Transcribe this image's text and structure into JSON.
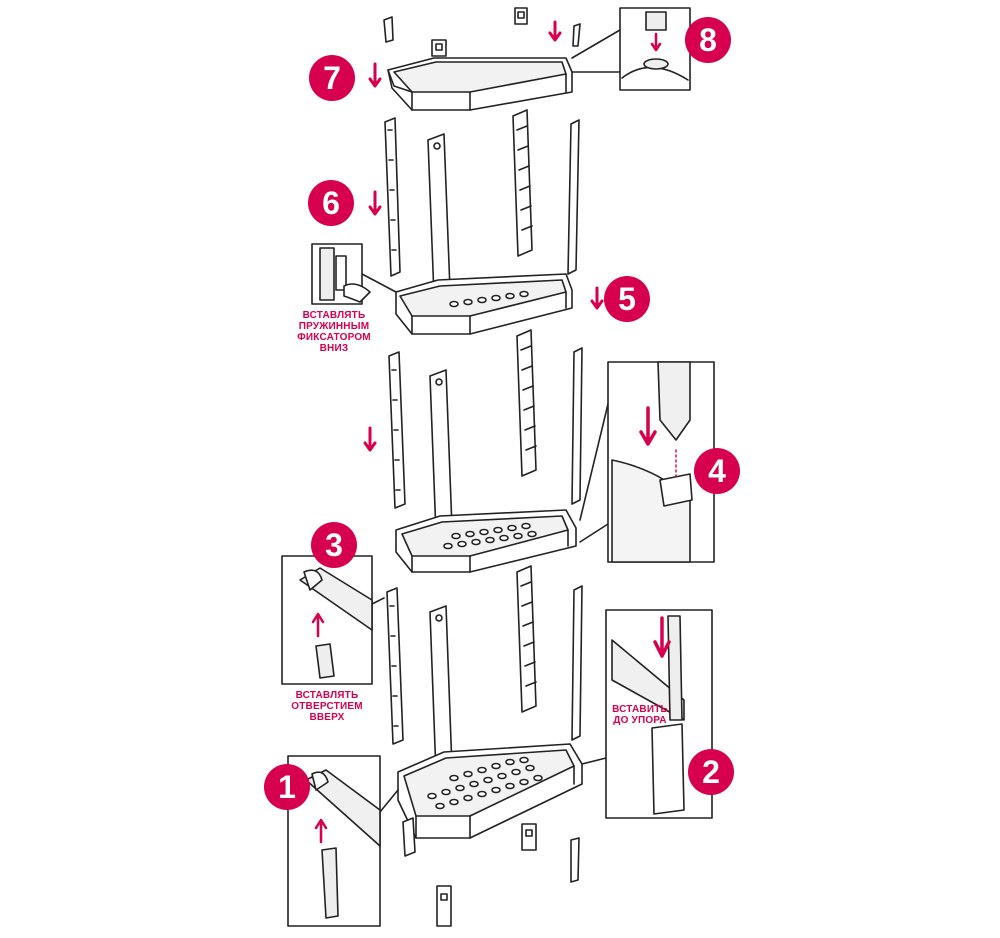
{
  "colors": {
    "accent": "#d6004f",
    "line": "#222222",
    "fill": "#ffffff",
    "shade": "#e9e9e9"
  },
  "steps": [
    {
      "id": "1",
      "label": "1"
    },
    {
      "id": "2",
      "label": "2"
    },
    {
      "id": "3",
      "label": "3"
    },
    {
      "id": "4",
      "label": "4"
    },
    {
      "id": "5",
      "label": "5"
    },
    {
      "id": "6",
      "label": "6"
    },
    {
      "id": "7",
      "label": "7"
    },
    {
      "id": "8",
      "label": "8"
    }
  ],
  "notes": {
    "spring_latch": [
      "ВСТАВЛЯТЬ",
      "ПРУЖИННЫМ",
      "ФИКСАТОРОМ",
      "ВНИЗ"
    ],
    "hole_up": [
      "ВСТАВЛЯТЬ",
      "ОТВЕРСТИЕМ",
      "ВВЕРХ"
    ],
    "to_stop": [
      "ВСТАВИТЬ",
      "ДО УПОРА"
    ]
  }
}
